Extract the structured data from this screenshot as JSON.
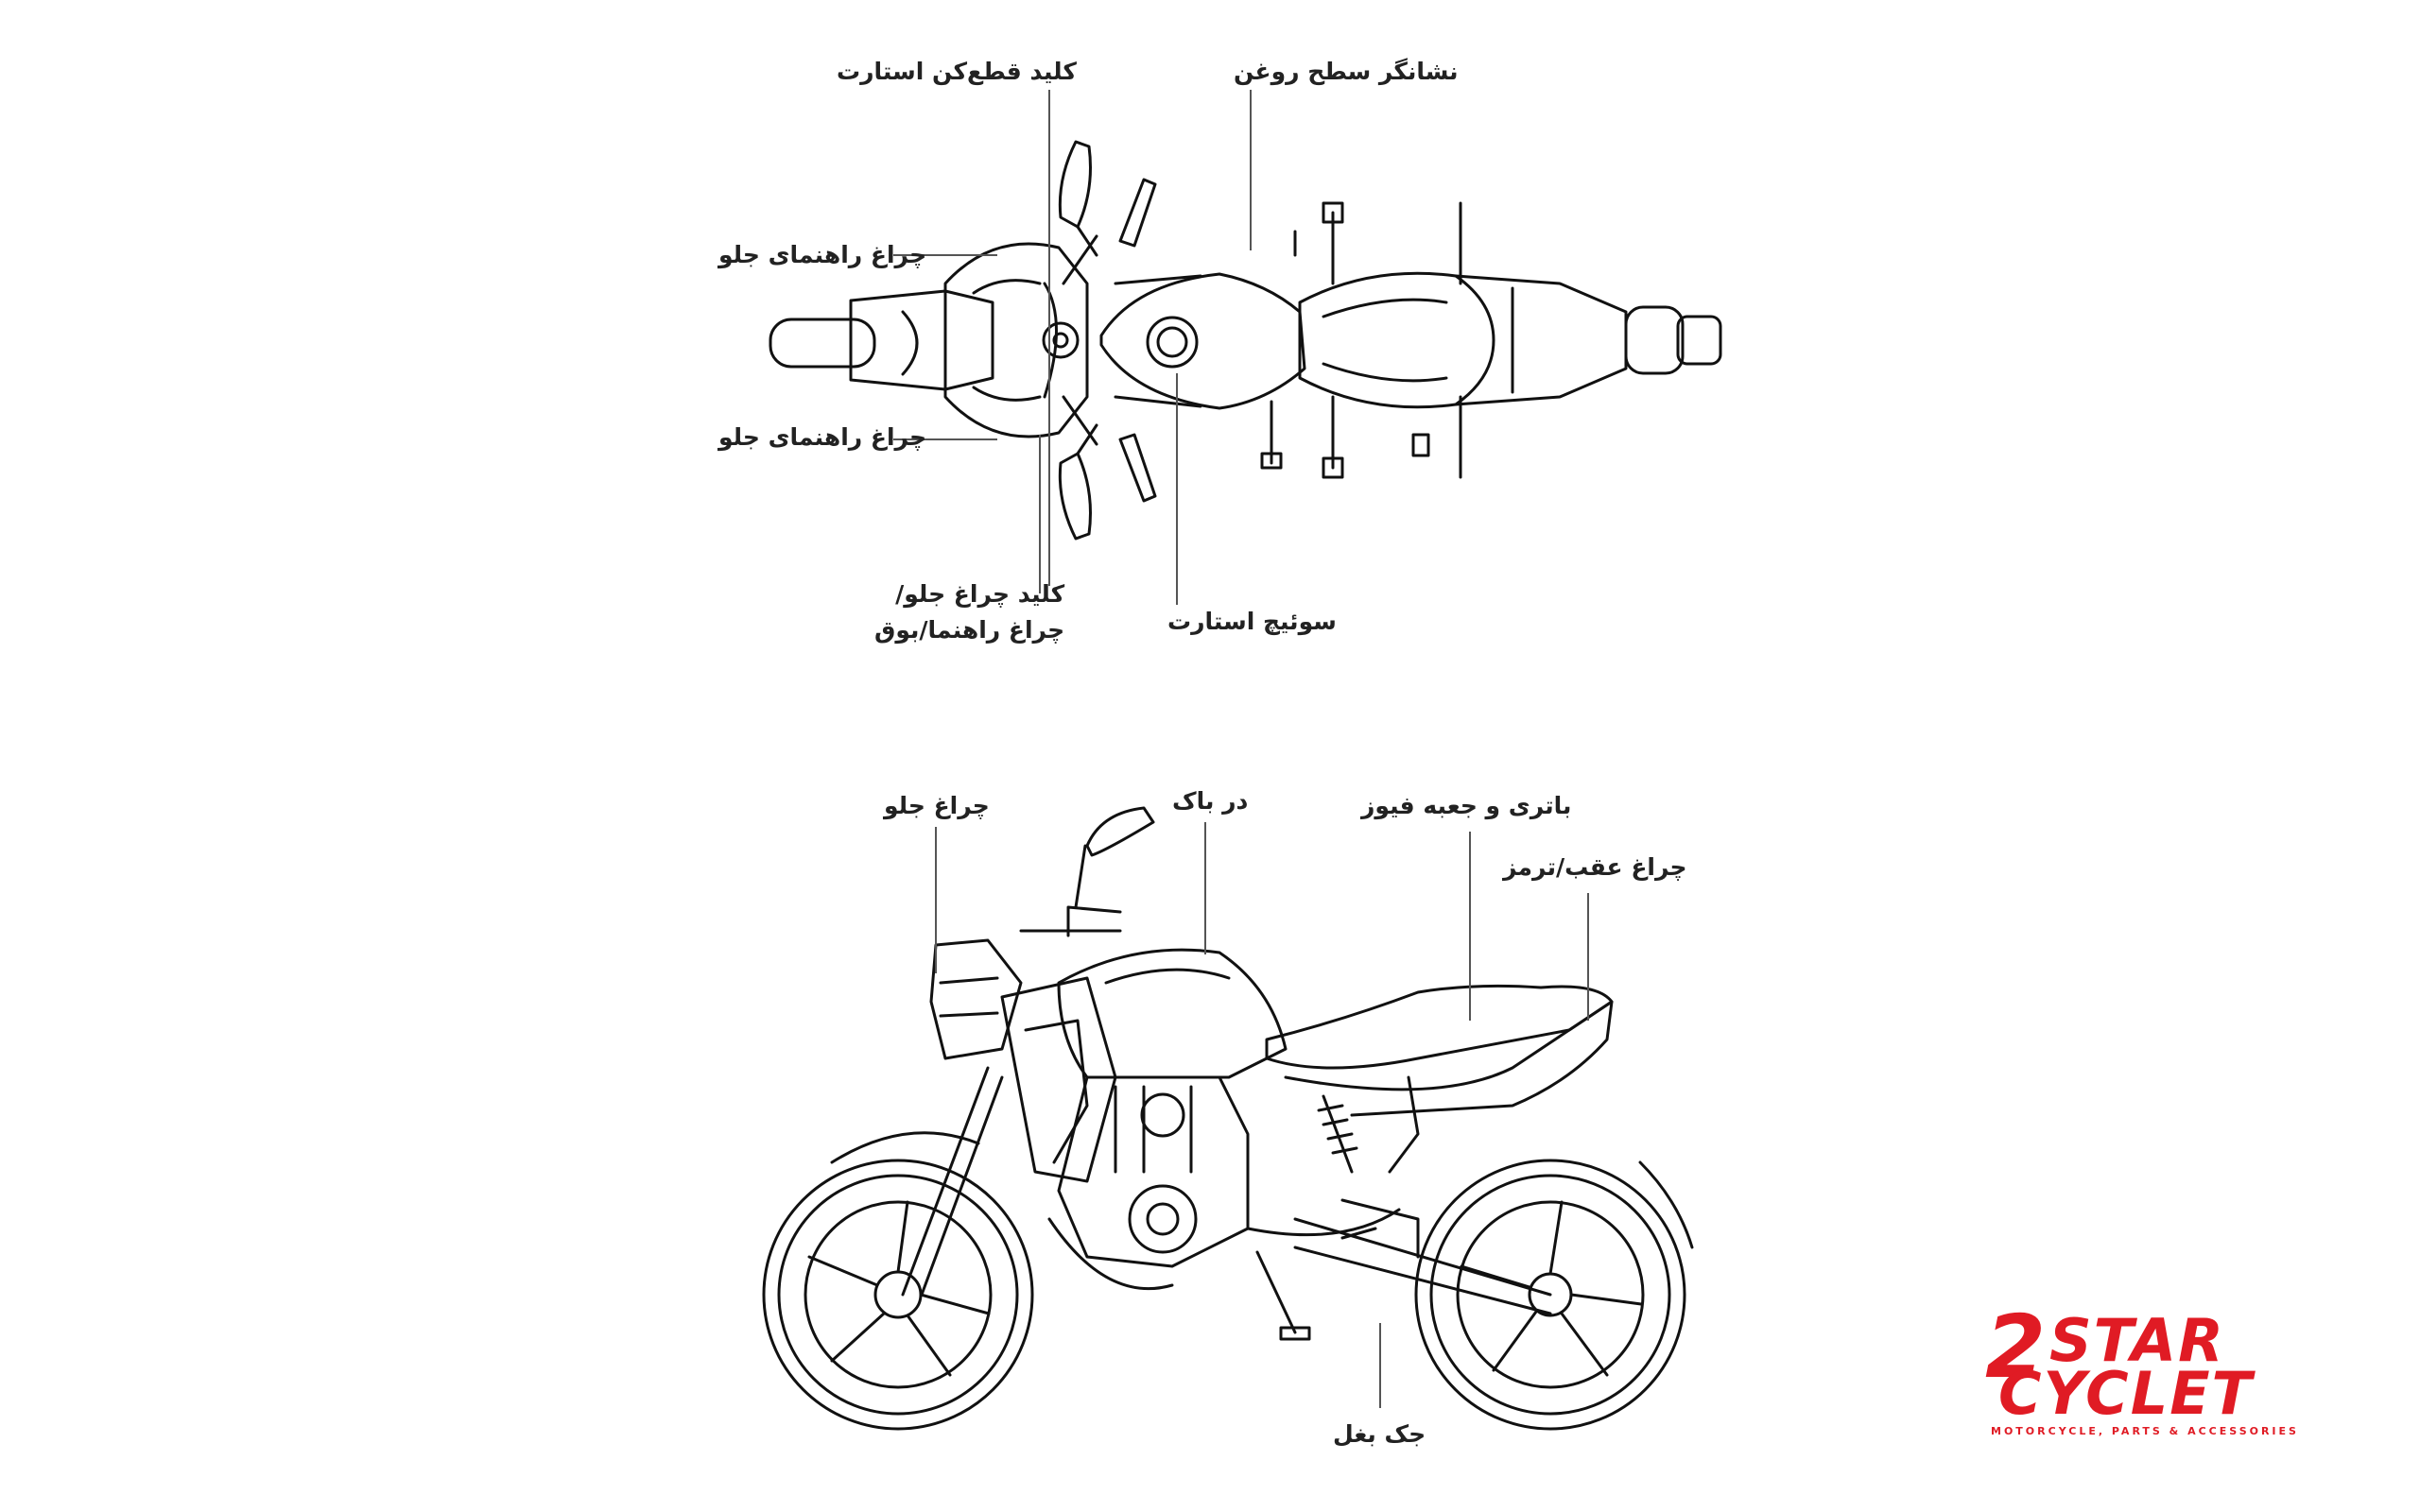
{
  "diagram": {
    "top_view": {
      "labels": {
        "kill_switch": "کلید قطع‌کن استارت",
        "oil_level": "نشانگر سطح روغن",
        "front_turn_signal_upper": "چراغ راهنمای جلو",
        "front_turn_signal_lower": "چراغ راهنمای جلو",
        "headlight_switch_line1": "کلید چراغ جلو/",
        "headlight_switch_line2": "چراغ راهنما/بوق",
        "ignition_switch": "سوئیچ استارت"
      }
    },
    "side_view": {
      "labels": {
        "headlight": "چراغ جلو",
        "fuel_cap": "در باک",
        "battery_fuse": "باتری و جعبه فیوز",
        "tail_brake_light": "چراغ عقب/ترمز",
        "side_stand": "جک بغل"
      }
    }
  },
  "logo": {
    "number": "2",
    "line1": "STAR",
    "line2": "CYCLET",
    "tagline": "MOTORCYCLE, PARTS & ACCESSORIES",
    "color": "#e01b24"
  }
}
